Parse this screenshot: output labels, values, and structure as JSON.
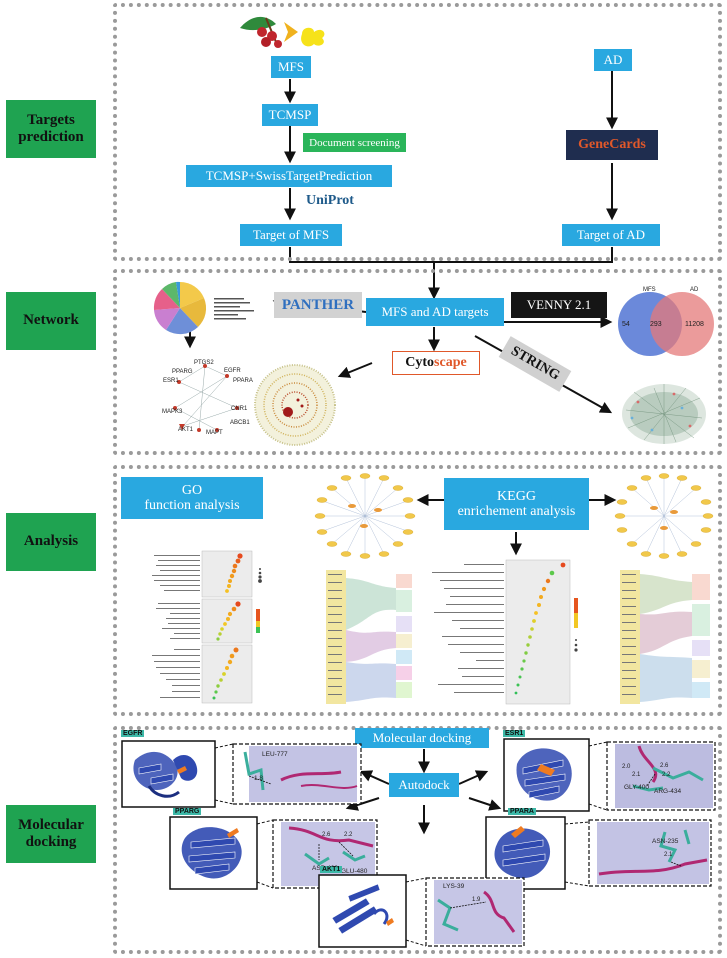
{
  "stages": {
    "targets": "Targets prediction",
    "network": "Network",
    "analysis": "Analysis",
    "docking": "Molecular docking"
  },
  "prediction": {
    "mfs": "MFS",
    "tcmsp": "TCMSP",
    "doc_screening": "Document screening",
    "tcmsp_swiss": "TCMSP+SwissTargetPrediction",
    "uniprot": "UniProt",
    "target_mfs": "Target of MFS",
    "ad": "AD",
    "genecards": "GeneCards",
    "target_ad": "Target of AD"
  },
  "network": {
    "panther": "PANTHER",
    "targets": "MFS and AD targets",
    "venny": "VENNY 2.1",
    "cyto_a": "Cyto",
    "cyto_b": "scape",
    "string": "STRING",
    "venn": {
      "mfs": "MFS",
      "ad": "AD",
      "left": "54",
      "both": "293",
      "right": "11208"
    },
    "genes": [
      "PTGS2",
      "EGFR",
      "PPARG",
      "PPARA",
      "ESR1",
      "CNR1",
      "MAPK3",
      "ABCB1",
      "AKT1",
      "MAPT"
    ]
  },
  "analysis": {
    "go_line1": "GO",
    "go_line2": "function analysis",
    "kegg_line1": "KEGG",
    "kegg_line2": "enrichement analysis"
  },
  "docking": {
    "molecular": "Molecular docking",
    "autodock": "Autodock",
    "proteins": {
      "egfr": "EGFR",
      "esr1": "ESR1",
      "pparg": "PPARG",
      "ppara": "PPARA",
      "akt1": "AKT1"
    },
    "residues": {
      "egfr": "LEU-777",
      "egfr_d": "1.8",
      "esr1_a": "GLY-400",
      "esr1_b": "ARG-434",
      "esr1_d1": "2.0",
      "esr1_d2": "2.1",
      "esr1_d3": "2.6",
      "esr1_d4": "2.2",
      "pparg_a": "ASP-400",
      "pparg_b": "GLU-480",
      "pparg_d1": "2.6",
      "pparg_d2": "2.2",
      "ppara": "ASN-235",
      "ppara_d": "2.1",
      "akt1": "LYS-39",
      "akt1_d": "1.9"
    }
  },
  "colors": {
    "stage": "#1fa351",
    "box": "#29a8e0",
    "green_box": "#2ab55a",
    "genecards_bg": "#1f2d4f",
    "genecards_text": "#e0582a",
    "dock_label": "#3cb8a7"
  }
}
